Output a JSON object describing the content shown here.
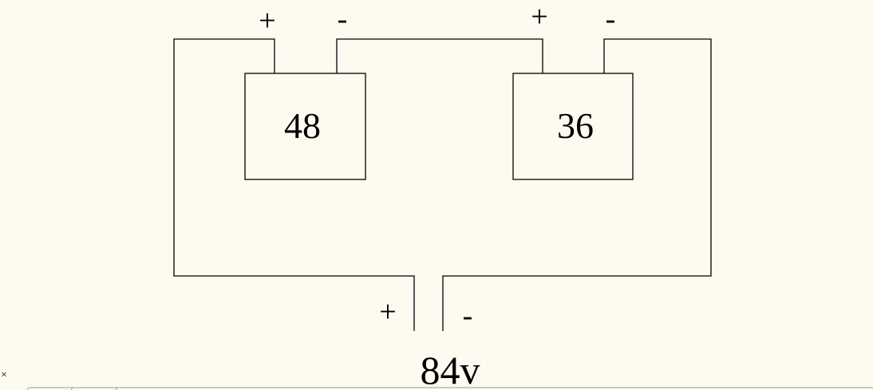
{
  "batteries": [
    {
      "value": "48",
      "positive": "+",
      "negative": "-"
    },
    {
      "value": "36",
      "positive": "+",
      "negative": "-"
    }
  ],
  "output": {
    "positive": "+",
    "negative": "-",
    "voltage": "84v"
  },
  "corner_marker": "×"
}
